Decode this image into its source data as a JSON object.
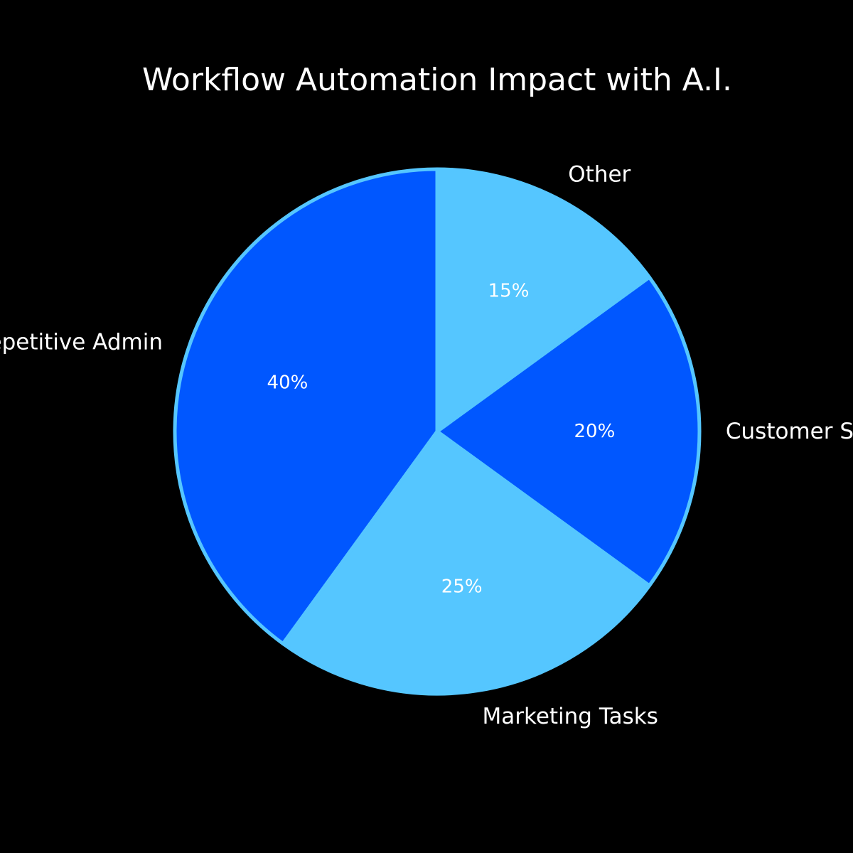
{
  "chart_data": {
    "type": "pie",
    "title": "Workflow Automation Impact with A.I.",
    "categories": [
      "Other",
      "Customer Support",
      "Marketing Tasks",
      "Repetitive Admin"
    ],
    "values": [
      15,
      20,
      25,
      40
    ],
    "value_labels": [
      "15%",
      "20%",
      "25%",
      "40%"
    ],
    "colors": [
      "#55c6ff",
      "#0057ff",
      "#55c6ff",
      "#0057ff"
    ],
    "edge_color": "#55c6ff",
    "start_angle_deg": 90,
    "direction": "clockwise",
    "legend": "none"
  },
  "background_color": "#000000",
  "text_color": "#ffffff"
}
